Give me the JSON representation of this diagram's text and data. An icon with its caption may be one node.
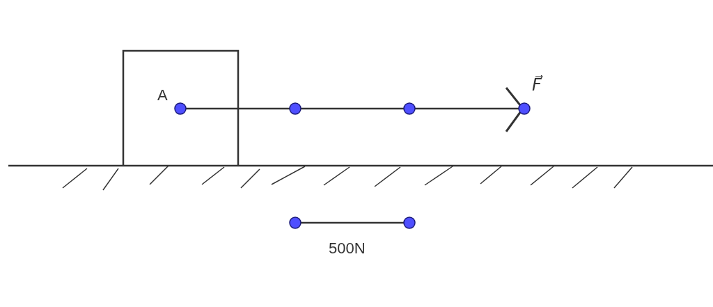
{
  "diagram": {
    "labels": [
      "A",
      "F⃗",
      "500N"
    ]
  }
}
